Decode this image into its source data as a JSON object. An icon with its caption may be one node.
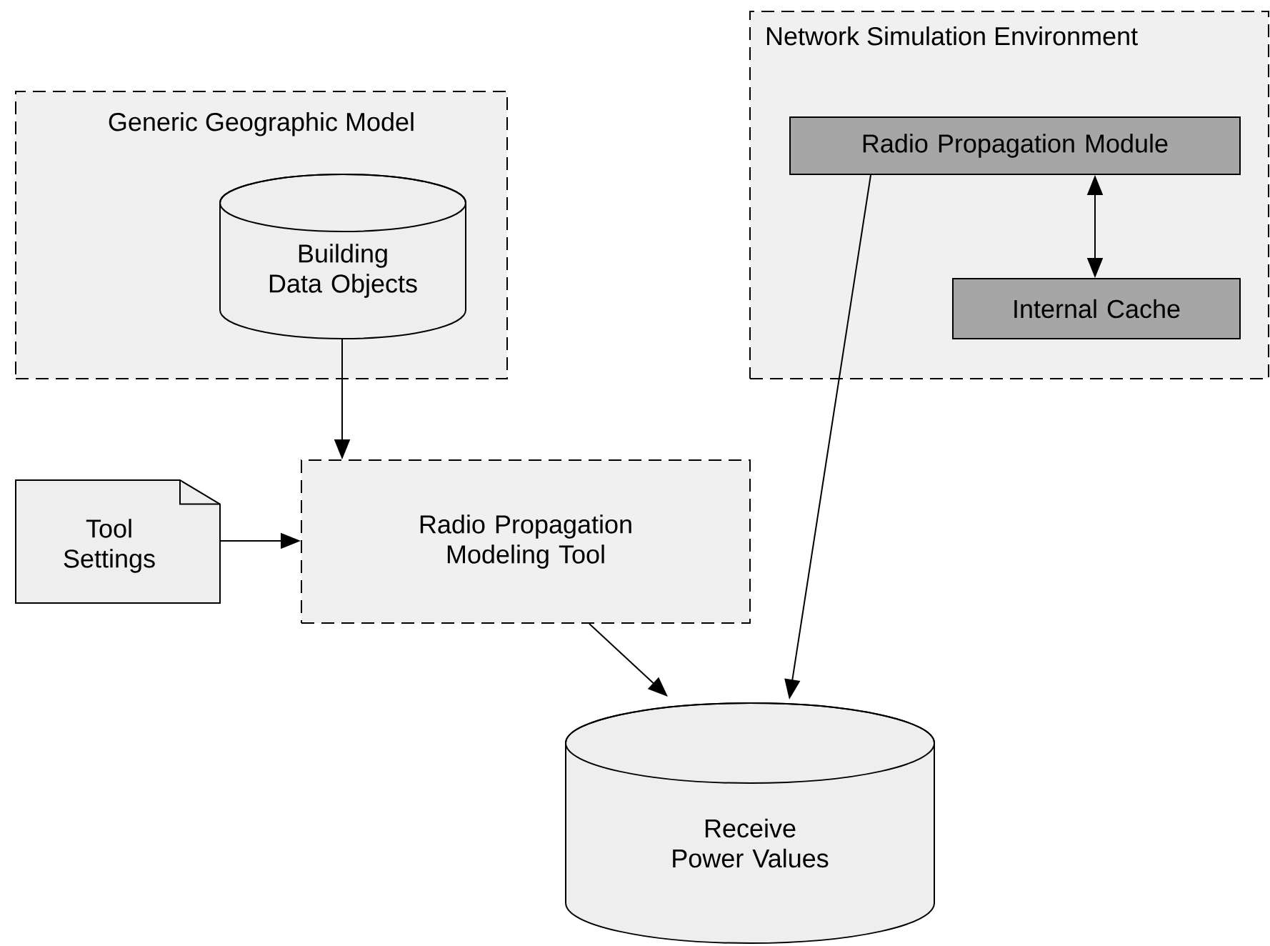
{
  "diagram": {
    "nodes": [
      {
        "text": [
          "Generic Geographic Model"
        ]
      },
      {
        "text": [
          "Building Data Objects"
        ],
        "in": 0
      },
      {
        "text": [
          "Network Simulation Environment"
        ]
      },
      {
        "text": [
          "Radio Propagation Module"
        ],
        "in": 2
      },
      {
        "text": [
          "Internal Cache"
        ],
        "in": 2
      },
      {
        "text": [
          "Tool Settings"
        ]
      },
      {
        "text": [
          "Radio Propagation Modeling Tool"
        ]
      },
      {
        "text": [
          "Receive Power Values"
        ]
      }
    ],
    "edges": [
      {
        "from": 1,
        "to": 6,
        "arrow": "to"
      },
      {
        "from": 3,
        "to": 4,
        "arrow": "both"
      },
      {
        "from": 5,
        "to": 6,
        "arrow": "to"
      },
      {
        "from": 6,
        "to": 7,
        "arrow": "to"
      },
      {
        "from": 3,
        "to": 7,
        "arrow": "to"
      }
    ]
  }
}
